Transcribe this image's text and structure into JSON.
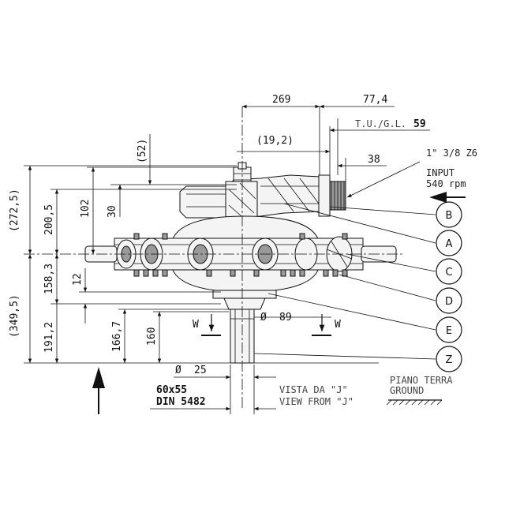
{
  "dimensions": {
    "top_269": "269",
    "top_77_4": "77,4",
    "tu_gl_label": "T.U./G.L.",
    "tu_gl_value": "59",
    "d_19_2": "(19,2)",
    "d_38": "38",
    "d_52": "(52)",
    "d_102": "102",
    "d_30": "30",
    "d_272_5": "(272,5)",
    "d_200_5": "200,5",
    "d_158_3": "158,3",
    "d_12": "12",
    "d_349_5": "(349,5)",
    "d_191_2": "191,2",
    "d_166_7": "166,7",
    "d_160": "160",
    "d_89": "89",
    "d_25": "25",
    "diameter_symbol": "Ø",
    "shaft_60x55": "60x55",
    "shaft_din": "DIN 5482"
  },
  "notes": {
    "spline": "1\" 3/8 Z6",
    "input_line1": "INPUT",
    "input_line2": "540 rpm",
    "view_it": "VISTA DA \"J\"",
    "view_en": "VIEW FROM \"J\"",
    "ground_it": "PIANO TERRA",
    "ground_en": "GROUND",
    "section_w_left": "W",
    "section_w_right": "W"
  },
  "callouts": [
    "B",
    "A",
    "C",
    "D",
    "E",
    "Z"
  ]
}
